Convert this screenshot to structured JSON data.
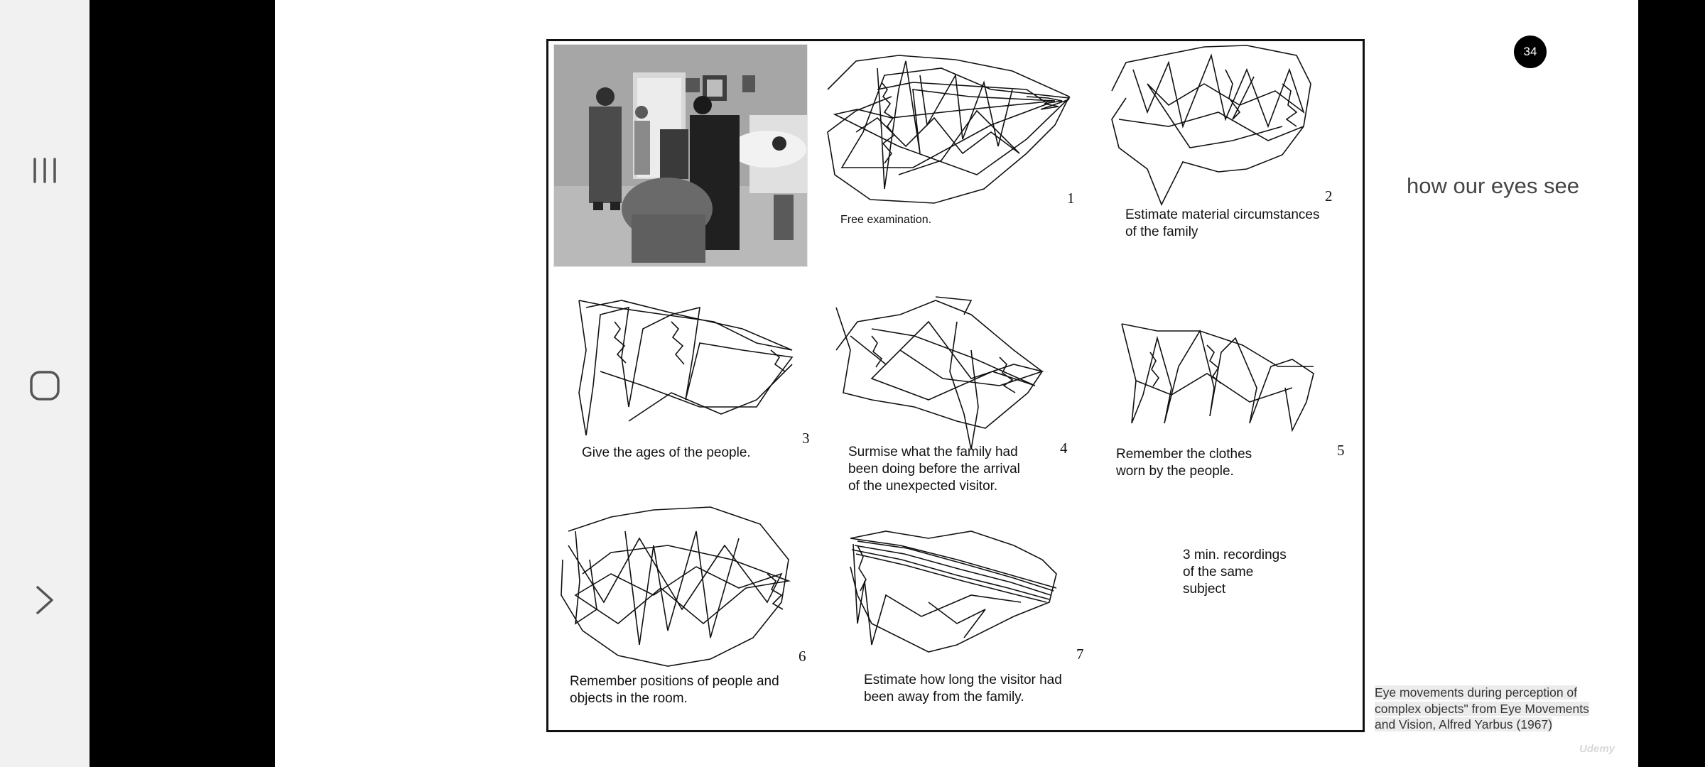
{
  "slide": {
    "number": "34",
    "title": "how our eyes see",
    "citation": "Eye movements during perception of\ncomplex objects\" from Eye Movements\nand Vision, Alfred Yarbus (1967)",
    "watermark": "Udemy"
  },
  "figure": {
    "panels": [
      {
        "number": "1",
        "caption": "Free examination."
      },
      {
        "number": "2",
        "caption": "Estimate material circumstances\nof the family"
      },
      {
        "number": "3",
        "caption": "Give the ages of the people."
      },
      {
        "number": "4",
        "caption": "Surmise what the family had\nbeen doing before the arrival\nof the unexpected visitor."
      },
      {
        "number": "5",
        "caption": "Remember the clothes\nworn by the people."
      },
      {
        "number": "6",
        "caption": "Remember positions of people and\nobjects in the room."
      },
      {
        "number": "7",
        "caption": "Estimate how long the visitor had\nbeen away from the family."
      }
    ],
    "note": "3 min. recordings\nof the same\nsubject"
  },
  "navbar": {
    "recent_icon": "recent-apps-icon",
    "home_icon": "home-icon",
    "back_icon": "chevron-right-icon"
  }
}
